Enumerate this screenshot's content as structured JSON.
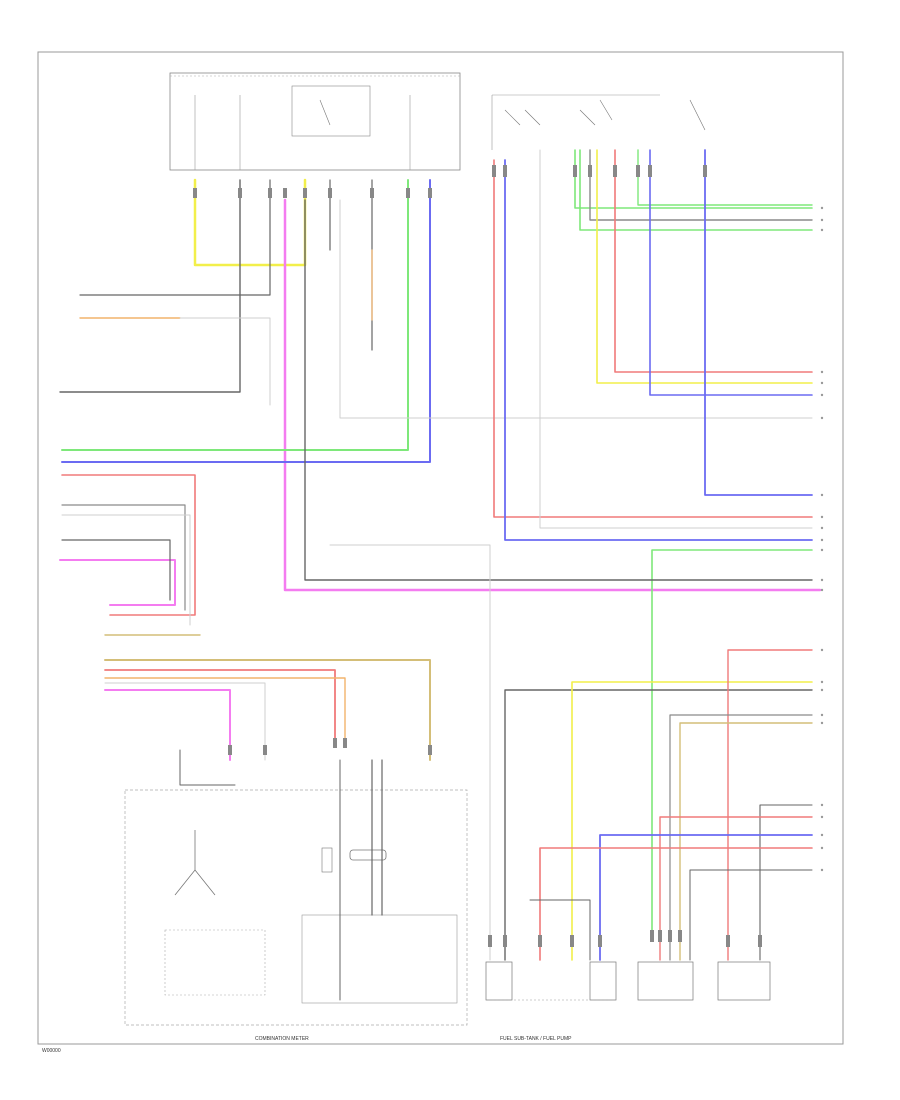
{
  "diagram": {
    "captions": {
      "combination_meter": "COMBINATION METER",
      "fuel_and_tank": "FUEL SUB-TANK / FUEL PUMP",
      "corner_label": "W00000"
    },
    "colors": {
      "yellow": "#f2ef4a",
      "magenta": "#f47cf0",
      "green": "#7ee87a",
      "blue": "#6b6bf2",
      "red": "#f07a7a",
      "gray": "#8a8a8a",
      "dark": "#666666",
      "light": "#cfcfcf",
      "orange": "#f2b36b",
      "tan": "#d4be78"
    }
  }
}
